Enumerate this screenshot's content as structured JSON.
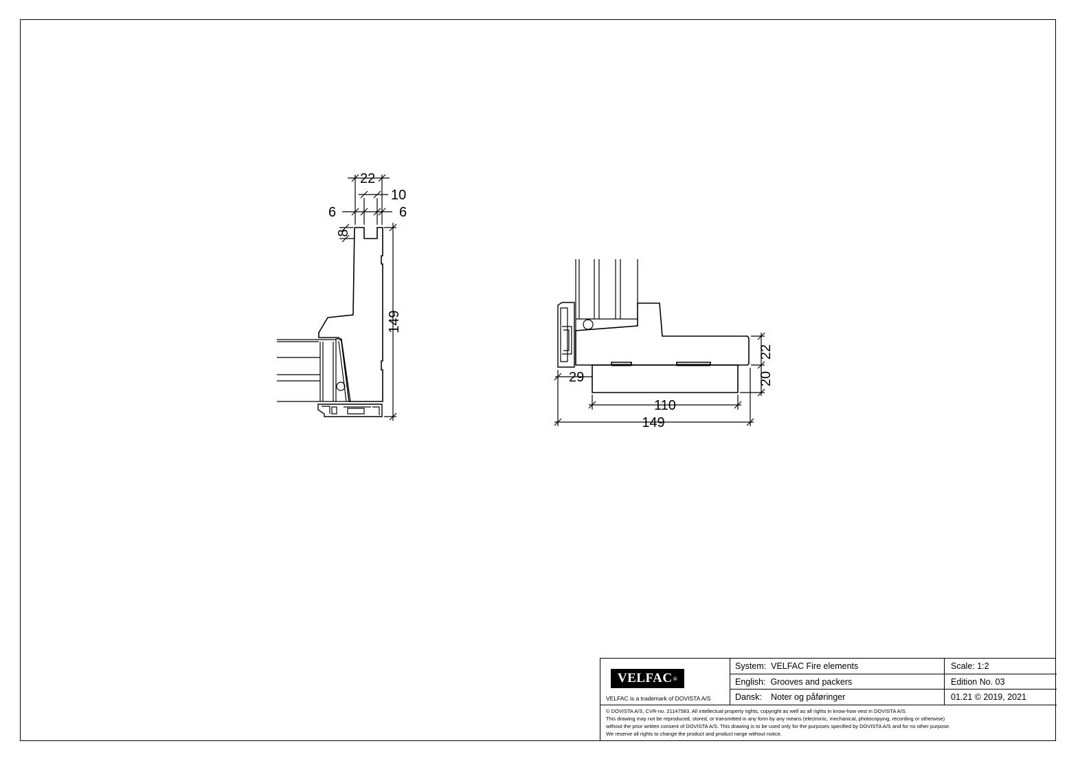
{
  "drawing": {
    "left_section_dimensions": {
      "top_width": "22",
      "groove_width": "10",
      "left_offset": "6",
      "right_offset": "6",
      "groove_depth": "8",
      "height": "149"
    },
    "right_section_dimensions": {
      "right_upper": "22",
      "right_lower": "20",
      "left_offset": "29",
      "packer_width": "110",
      "total_width": "149"
    }
  },
  "title_block": {
    "logo_text": "VELFAC",
    "logo_mark": "®",
    "trademark_note": "VELFAC is a trademark of DOVISTA A/S",
    "system_label": "System:",
    "system_value": "VELFAC Fire elements",
    "english_label": "English:",
    "english_value": "Grooves and packers",
    "dansk_label": "Dansk:",
    "dansk_value": "Noter og påføringer",
    "scale": "Scale: 1:2",
    "edition": "Edition No. 03",
    "date": "01.21 © 2019, 2021",
    "copyright_lines": [
      "© DOVISTA A/S, CVR-no. 21147583. All intellectual property rights, copyright as well as all rights in know-how vest in DOVISTA A/S.",
      "This drawing may not be reproduced, stored, or transmitted in any form by any means (electronic, mechanical, photocopying, recording or otherwise)",
      "without the prior written consent of DOVISTA A/S. This drawing is to be used only for the purposes specified by DOVISTA A/S and for no other purpose.",
      "We reserve all rights to change the product and product range without notice."
    ]
  }
}
